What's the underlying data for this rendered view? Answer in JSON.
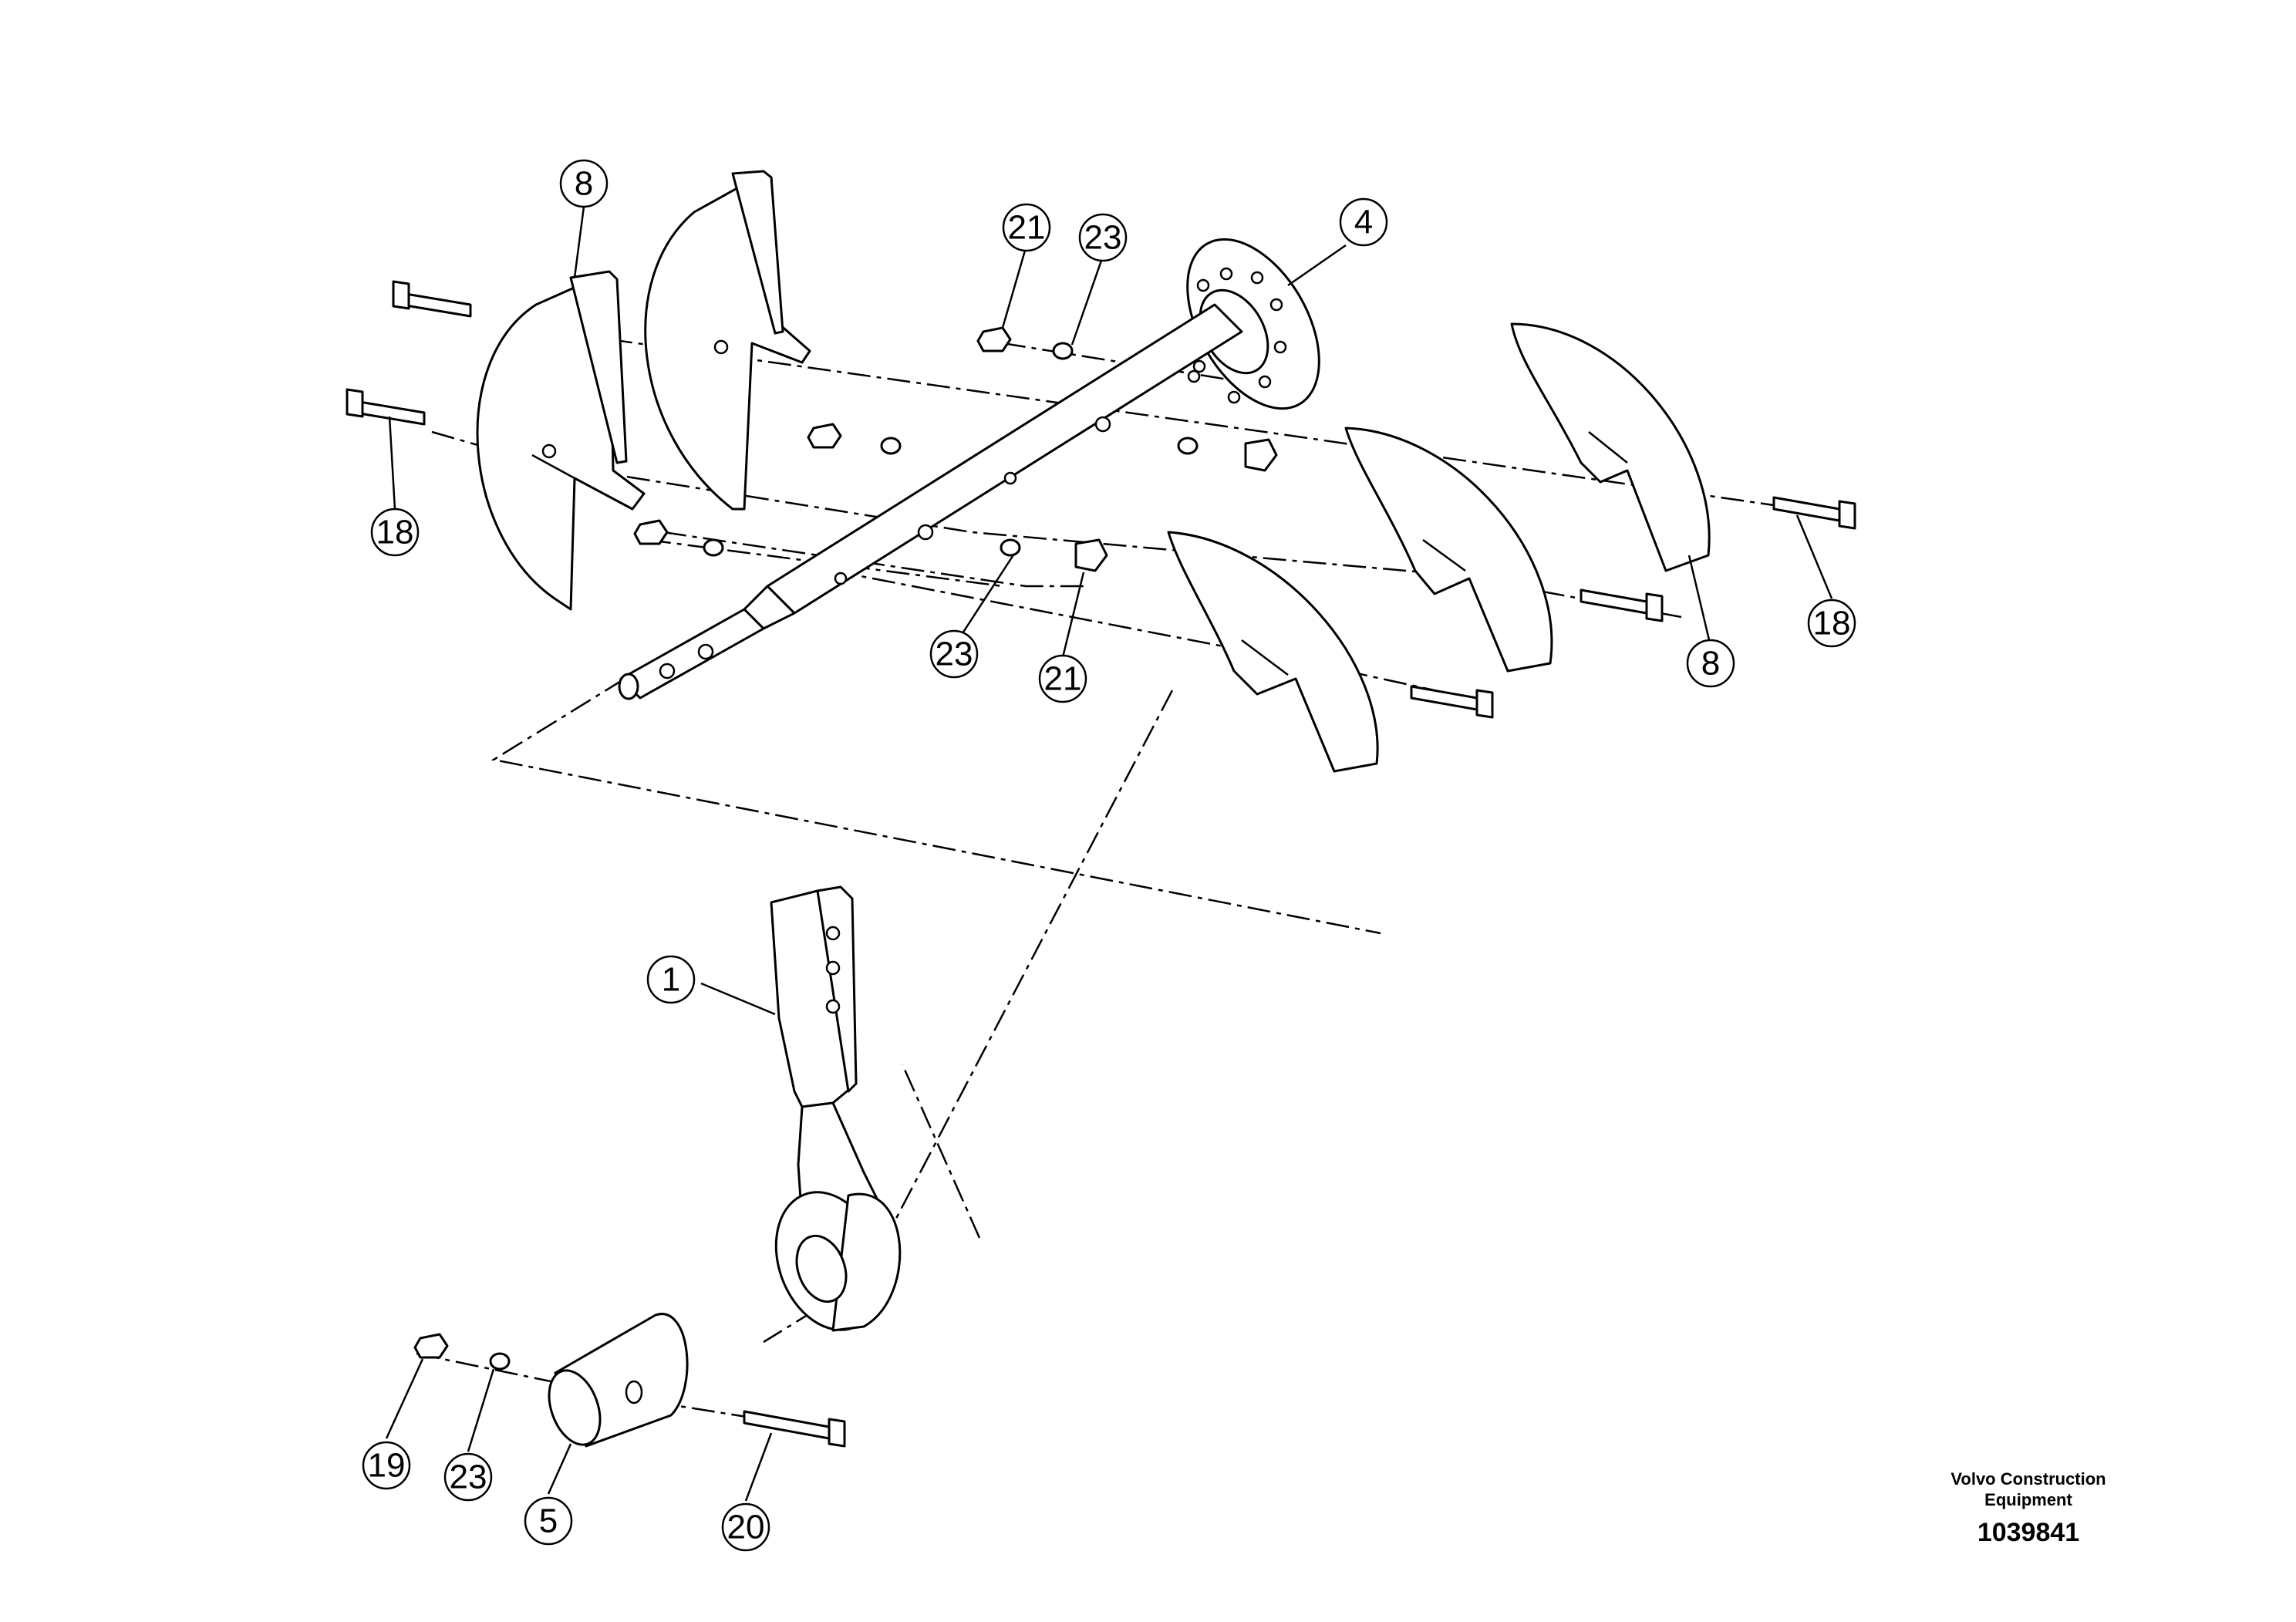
{
  "callouts": {
    "c8_top": "8",
    "c21_top": "21",
    "c23_top": "23",
    "c4": "4",
    "c18_left": "18",
    "c23_mid": "23",
    "c21_mid": "21",
    "c8_right": "8",
    "c18_right": "18",
    "c1": "1",
    "c19": "19",
    "c23_bottom": "23",
    "c5": "5",
    "c20": "20"
  },
  "brand": {
    "line1": "Volvo Construction",
    "line2": "Equipment",
    "drawing_number": "1039841"
  }
}
